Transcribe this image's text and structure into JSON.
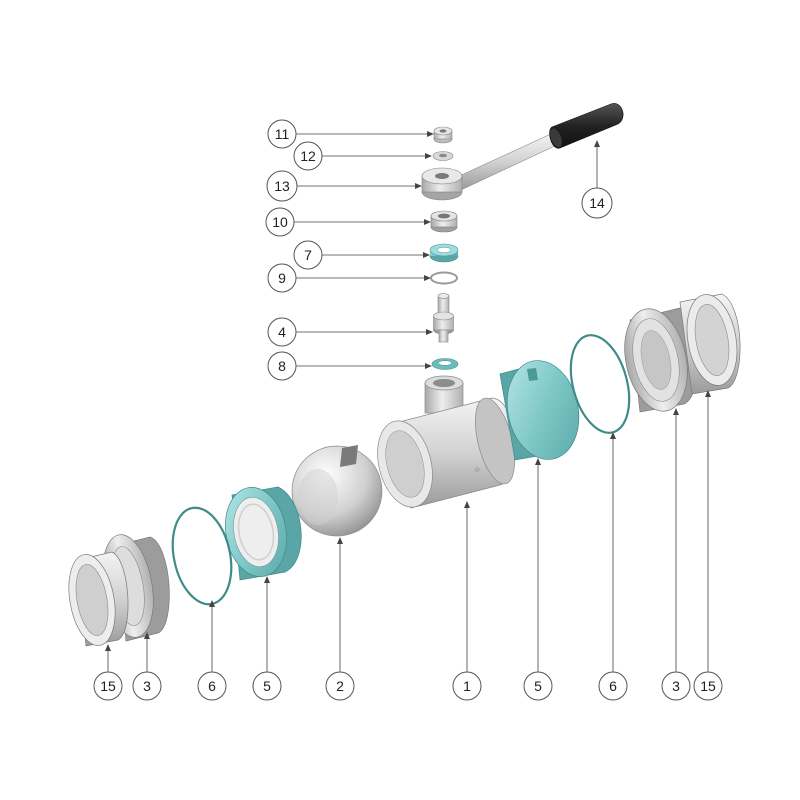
{
  "callouts": [
    {
      "id": "c11",
      "label": "11"
    },
    {
      "id": "c12",
      "label": "12"
    },
    {
      "id": "c13",
      "label": "13"
    },
    {
      "id": "c14",
      "label": "14"
    },
    {
      "id": "c10",
      "label": "10"
    },
    {
      "id": "c7",
      "label": "7"
    },
    {
      "id": "c9",
      "label": "9"
    },
    {
      "id": "c4",
      "label": "4"
    },
    {
      "id": "c8",
      "label": "8"
    },
    {
      "id": "b15a",
      "label": "15"
    },
    {
      "id": "b3a",
      "label": "3"
    },
    {
      "id": "b6a",
      "label": "6"
    },
    {
      "id": "b5a",
      "label": "5"
    },
    {
      "id": "b2",
      "label": "2"
    },
    {
      "id": "b1",
      "label": "1"
    },
    {
      "id": "b5b",
      "label": "5"
    },
    {
      "id": "b6b",
      "label": "6"
    },
    {
      "id": "b3b",
      "label": "3"
    },
    {
      "id": "b15b",
      "label": "15"
    }
  ],
  "colors": {
    "seat": "#7fc8c8",
    "metal": "#c9c9c9",
    "handle_grip": "#2a2a2a",
    "leader": "#444444"
  }
}
